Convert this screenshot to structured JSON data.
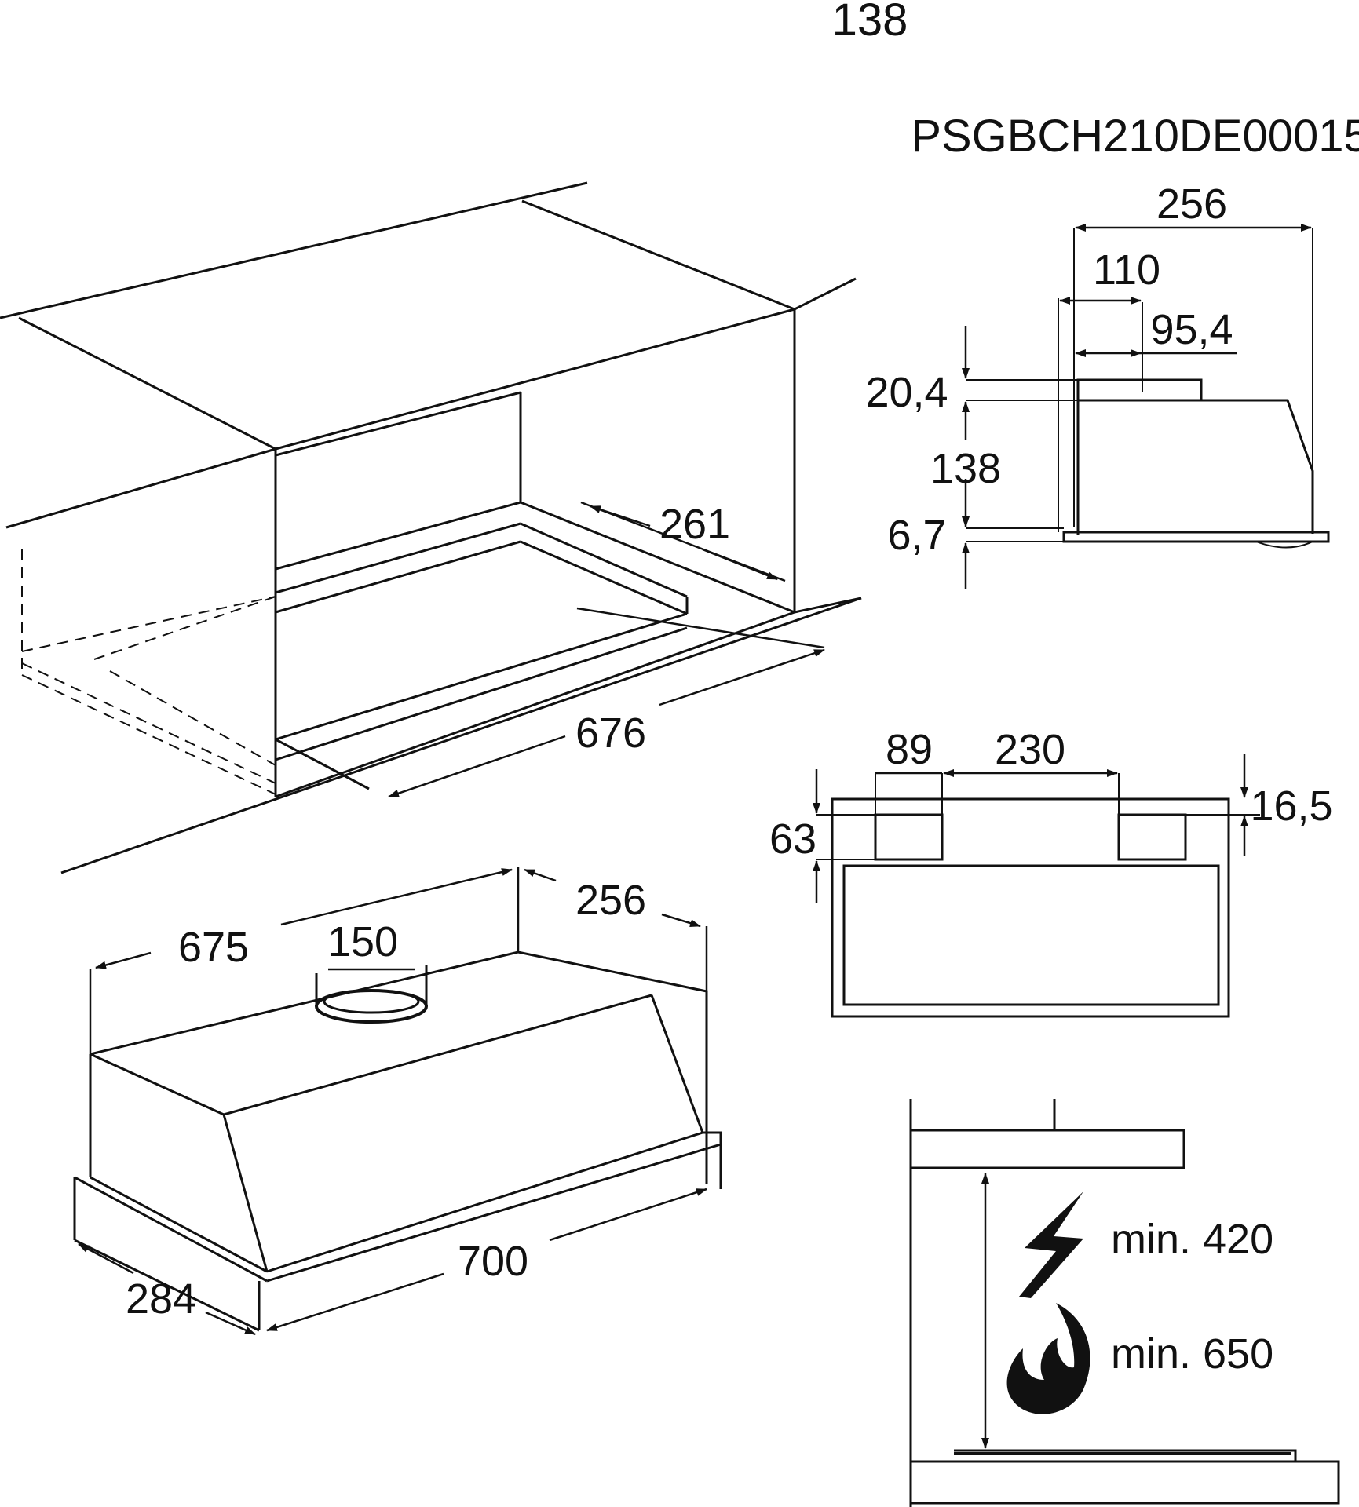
{
  "page_number": "138",
  "model_code": "PSGBCH210DE00015",
  "cabinet": {
    "width": "676",
    "depth": "261"
  },
  "hood_iso": {
    "length": "675",
    "depth": "256",
    "outlet_diameter": "150",
    "front_width": "700",
    "front_depth": "284"
  },
  "side_view": {
    "overall_depth": "256",
    "outlet_offset": "110",
    "outlet_diameter": "95,4",
    "outlet_height": "20,4",
    "body_height": "138",
    "base_height": "6,7"
  },
  "top_view": {
    "side_offset": "89",
    "mount_spacing": "230",
    "top_height": "16,5",
    "depth": "63"
  },
  "clearance": {
    "electric_label": "min. 420",
    "gas_label": "min. 650"
  },
  "colors": {
    "line": "#111111",
    "background": "#ffffff"
  },
  "icons": {
    "electric": "lightning-bolt-icon",
    "gas": "flame-icon"
  }
}
